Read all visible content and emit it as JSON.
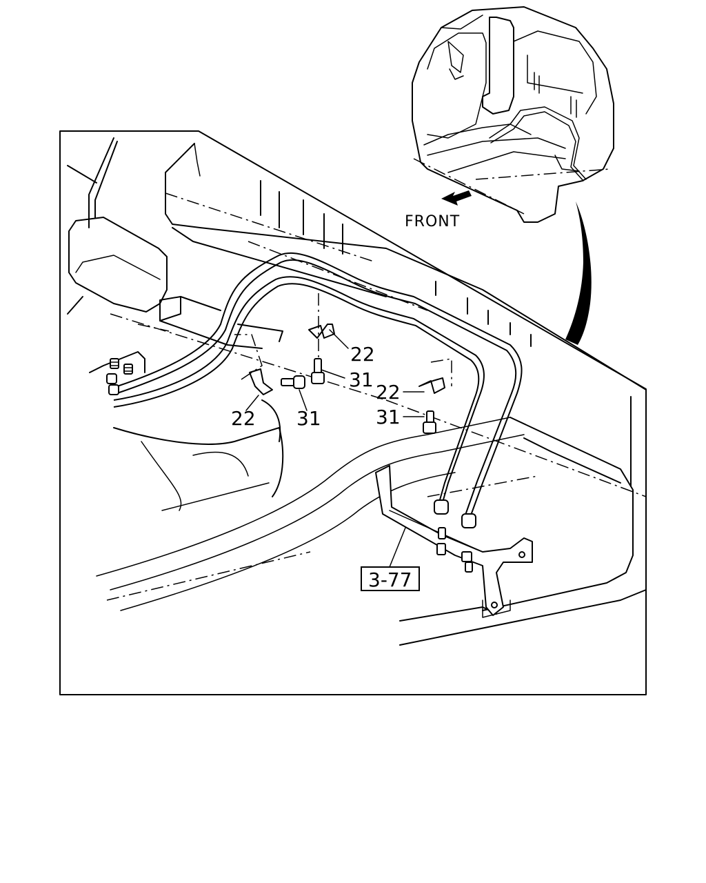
{
  "callouts": {
    "clamp_upper": "22",
    "clamp_left": "22",
    "clamp_right": "22",
    "bolt_upper": "31",
    "bolt_left": "31",
    "bolt_right": "31"
  },
  "reference": {
    "label": "3-77"
  },
  "direction": {
    "label": "FRONT"
  },
  "icons": [
    "front-arrow-icon",
    "view-direction-arrow"
  ]
}
